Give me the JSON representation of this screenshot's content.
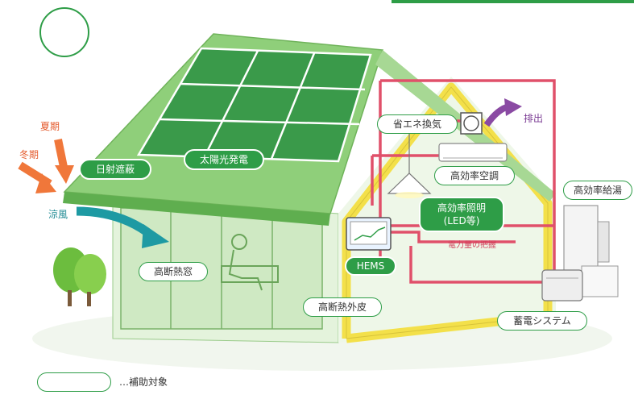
{
  "labels": {
    "summer": "夏期",
    "winter": "冬期",
    "cool_breeze": "涼風",
    "exhaust": "排出",
    "power_monitor": "電力量の把握"
  },
  "tags": {
    "solar_shading": "日射遮蔽",
    "solar_power": "太陽光発電",
    "energy_saving_ventilation": "省エネ換気",
    "efficient_ac": "高効率空調",
    "efficient_lighting_line1": "高効率照明",
    "efficient_lighting_line2": "(LED等)",
    "efficient_water_heating": "高効率給湯",
    "hems": "HEMS",
    "insulated_window": "高断熱窓",
    "insulated_envelope": "高断熱外皮",
    "storage_system": "蓄電システム"
  },
  "legend": {
    "text": "…補助対象"
  },
  "colors": {
    "green": "#2e9d47",
    "roof": "#8fcf7a",
    "panel": "#3a9a4a",
    "wall": "#d9f0cf",
    "frame_yellow": "#f3e04a",
    "wire_red": "#e0506a",
    "arrow_orange": "#f0773a",
    "arrow_teal": "#1e9aa3",
    "arrow_purple": "#8a4aa3"
  }
}
